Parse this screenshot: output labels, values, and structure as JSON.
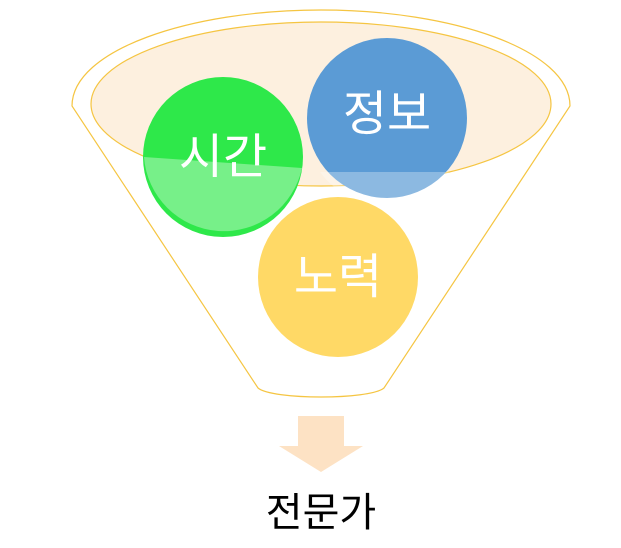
{
  "funnel": {
    "items": [
      {
        "key": "time",
        "label": "시간",
        "color": "#2ee84a"
      },
      {
        "key": "info",
        "label": "정보",
        "color": "#5b9bd5"
      },
      {
        "key": "effort",
        "label": "노력",
        "color": "#ffd966"
      }
    ],
    "rim_color": "#f5c542",
    "rim_fill": "#fdf0df",
    "arrow_color": "#fde2c4"
  },
  "result": {
    "label": "전문가"
  }
}
